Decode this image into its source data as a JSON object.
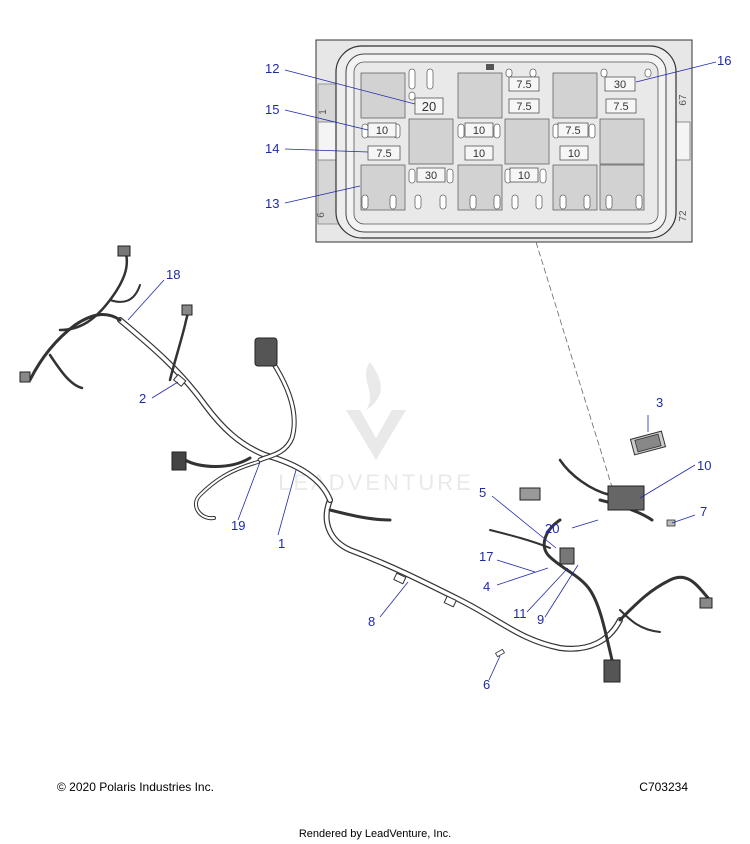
{
  "diagram": {
    "callouts": [
      {
        "id": "callout-1",
        "label": "1"
      },
      {
        "id": "callout-2",
        "label": "2"
      },
      {
        "id": "callout-3",
        "label": "3"
      },
      {
        "id": "callout-4",
        "label": "4"
      },
      {
        "id": "callout-5",
        "label": "5"
      },
      {
        "id": "callout-6",
        "label": "6"
      },
      {
        "id": "callout-7",
        "label": "7"
      },
      {
        "id": "callout-8",
        "label": "8"
      },
      {
        "id": "callout-9",
        "label": "9"
      },
      {
        "id": "callout-10",
        "label": "10"
      },
      {
        "id": "callout-11",
        "label": "11"
      },
      {
        "id": "callout-12",
        "label": "12"
      },
      {
        "id": "callout-13",
        "label": "13"
      },
      {
        "id": "callout-14",
        "label": "14"
      },
      {
        "id": "callout-15",
        "label": "15"
      },
      {
        "id": "callout-16",
        "label": "16"
      },
      {
        "id": "callout-17",
        "label": "17"
      },
      {
        "id": "callout-18",
        "label": "18"
      },
      {
        "id": "callout-19",
        "label": "19"
      },
      {
        "id": "callout-20",
        "label": "20"
      }
    ],
    "fuse_box": {
      "fuse_ratings": [
        {
          "id": "fuse-20",
          "rating": "20"
        },
        {
          "id": "fuse-10-a",
          "rating": "10"
        },
        {
          "id": "fuse-7-5-a",
          "rating": "7.5"
        },
        {
          "id": "fuse-30-a",
          "rating": "30"
        },
        {
          "id": "fuse-10-b",
          "rating": "10"
        },
        {
          "id": "fuse-10-c",
          "rating": "10"
        },
        {
          "id": "fuse-7-5-b",
          "rating": "7.5"
        },
        {
          "id": "fuse-7-5-c",
          "rating": "7.5"
        },
        {
          "id": "fuse-10-d",
          "rating": "10"
        },
        {
          "id": "fuse-7-5-d",
          "rating": "7.5"
        },
        {
          "id": "fuse-10-e",
          "rating": "10"
        },
        {
          "id": "fuse-30-b",
          "rating": "30"
        },
        {
          "id": "fuse-7-5-e",
          "rating": "7.5"
        }
      ],
      "side_labels": {
        "top_right": "67",
        "bottom_right": "72",
        "left": "6",
        "left_top": "1"
      }
    },
    "watermark": "LEADVENTURE"
  },
  "footer": {
    "copyright": "© 2020 Polaris Industries Inc.",
    "drawing_id": "C703234",
    "rendered_by": "Rendered by LeadVenture, Inc."
  }
}
